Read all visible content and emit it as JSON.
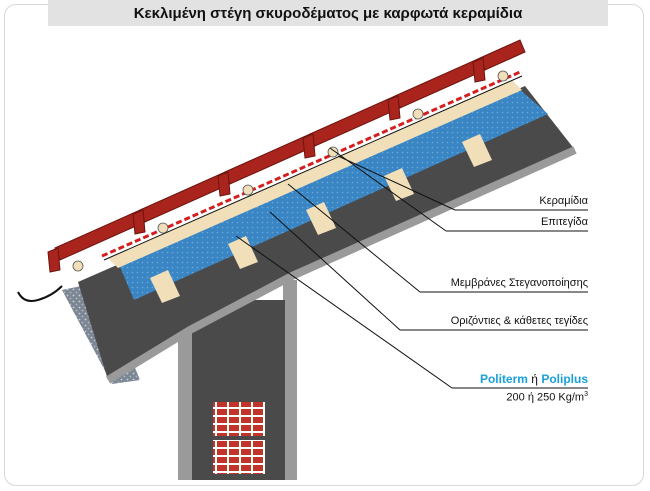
{
  "title": "Κεκλιμένη στέγη σκυροδέματος με καρφωτά κεραμίδια",
  "labels": {
    "tiles": "Κεραμίδια",
    "batten": "Επιτεγίδα",
    "membranes": "Μεμβράνες Στεγανοποίησης",
    "battens_h_v": "Οριζόντιες & κάθετες τεγίδες",
    "product_a": "Politerm",
    "product_or": "ή",
    "product_b": "Poliplus",
    "density_text": "200 ή 250 Kg/m",
    "density_sup": "3"
  },
  "colors": {
    "tile": "#a8241c",
    "concrete": "#4a4a4a",
    "insulation_blue": "#3a86c4",
    "insulation_cream": "#f0dfb8",
    "membrane": "#d41f1f",
    "brick": "#c0342a",
    "brand": "#1aa0d8"
  }
}
